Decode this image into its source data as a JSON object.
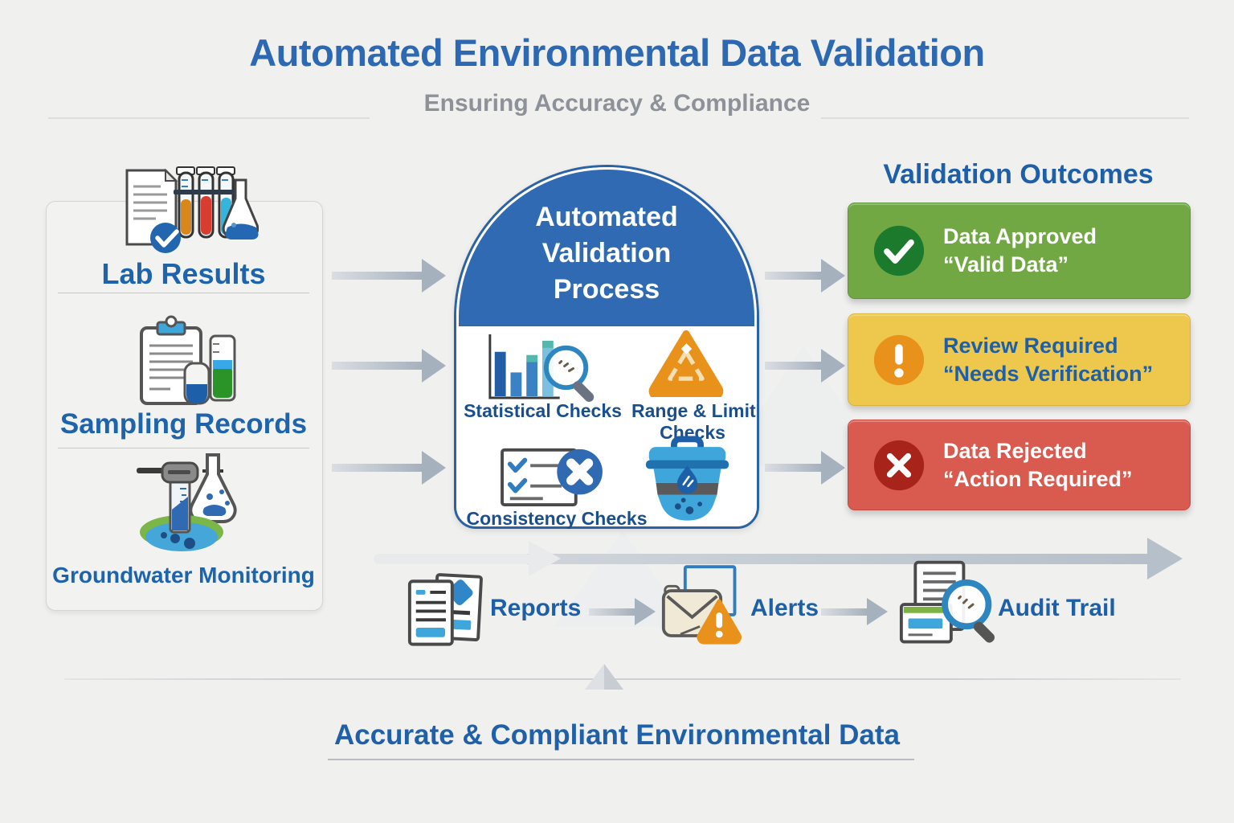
{
  "header": {
    "title": "Automated Environmental Data Validation",
    "subtitle": "Ensuring Accuracy & Compliance"
  },
  "inputs": {
    "items": [
      {
        "label": "Lab Results",
        "icon": "lab-results-icon"
      },
      {
        "label": "Sampling Records",
        "icon": "sampling-records-icon"
      },
      {
        "label": "Groundwater Monitoring",
        "icon": "groundwater-monitoring-icon"
      }
    ]
  },
  "process": {
    "title": "Automated Validation Process",
    "checks": [
      {
        "label": "Statistical Checks",
        "icon": "statistical-checks-icon"
      },
      {
        "label_line1": "Range & Limit",
        "label_line2": "Checks",
        "icon": "range-limit-checks-icon"
      },
      {
        "label": "Consistency Checks",
        "icon": "consistency-checks-icon"
      },
      {
        "label": "",
        "icon": "data-cleanup-bin-icon"
      }
    ]
  },
  "outcomes": {
    "heading": "Validation Outcomes",
    "items": [
      {
        "title": "Data Approved",
        "subtitle": "“Valid Data”",
        "status": "approved",
        "icon": "check-circle-icon",
        "color": "#71a844"
      },
      {
        "title": "Review Required",
        "subtitle": "“Needs Verification”",
        "status": "review",
        "icon": "exclamation-circle-icon",
        "color": "#edc84d"
      },
      {
        "title": "Data Rejected",
        "subtitle": "“Action Required”",
        "status": "rejected",
        "icon": "x-circle-icon",
        "color": "#d95b4f"
      }
    ]
  },
  "flow": {
    "steps": [
      {
        "label": "Reports",
        "icon": "reports-icon"
      },
      {
        "label": "Alerts",
        "icon": "alerts-icon"
      },
      {
        "label": "Audit Trail",
        "icon": "audit-trail-icon"
      }
    ]
  },
  "footer": {
    "text": "Accurate & Compliant Environmental Data"
  },
  "palette": {
    "title_blue": "#2d68b2",
    "label_blue": "#1d5fa8",
    "subtitle_gray": "#8d9299",
    "process_blue": "#2f6ab3",
    "approved_green": "#71a844",
    "review_yellow": "#edc84d",
    "rejected_red": "#d95b4f",
    "warning_orange": "#e8921c",
    "arrow_gray": "#b6c0ca"
  }
}
